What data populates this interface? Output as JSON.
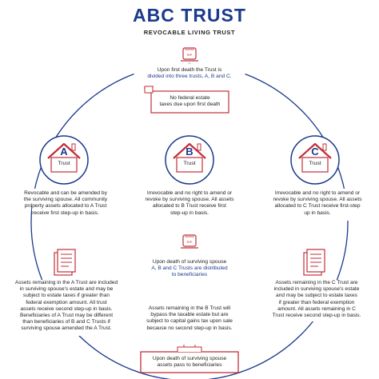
{
  "header": {
    "title": "ABC TRUST",
    "subtitle": "REVOCABLE LIVING TRUST"
  },
  "top": {
    "line1": "Upon first death the Trust is",
    "line2": "divided into three trusts, A, B and C.",
    "estate_note_line1": "No federal estate",
    "estate_note_line2": "taxes due upon first death"
  },
  "trusts": [
    {
      "letter": "A",
      "label": "Trust",
      "description": [
        "Revocable and can be amended by",
        "the surviving spouse. All community",
        "property assets allocated to A Trust",
        "receive first step-up in basis."
      ],
      "after_second_death": [
        "Assets remaining in the A Trust are included",
        "in surviving spouse's estate and may be",
        "subject to estate taxes if greater than",
        "federal exemption amount. All trust",
        "assets receive second step-up in basis.",
        "Beneficiaries of A Trust may be different",
        "than beneficiaries of B and C Trusts if",
        "surviving spouse amended the A Trust."
      ]
    },
    {
      "letter": "B",
      "label": "Trust",
      "description": [
        "Irrevocable and no right to amend or",
        "revoke by surviving spouse. All assets",
        "allocated to B Trust receive first",
        "step-up in basis."
      ],
      "after_second_death": [
        "Assets remaining in the B Trust will",
        "bypass the taxable estate but are",
        "subject to capital gains tax upon sale",
        "because no second step-up in basis."
      ]
    },
    {
      "letter": "C",
      "label": "Trust",
      "description": [
        "Irrevocable and no right to amend or",
        "revoke by surviving spouse. All assets",
        "allocated to C Trust receive first-step",
        "up in basis."
      ],
      "after_second_death": [
        "Assets remaining in the C Trust are",
        "included in surviving spouse's estate",
        "and may be subject to estate taxes",
        "if greater than federal exemption",
        "amount. All assets remaining in C",
        "Trust receive second step-up in basis."
      ]
    }
  ],
  "middle": {
    "line1": "Upon death of surviving spouse",
    "line2": "A, B and C Trusts are distributed",
    "line3": "to beneficiaries"
  },
  "bottom": {
    "line1": "Upon death of surviving spouse",
    "line2": "assets pass to beneficiaries"
  },
  "tombstone_text": "RIP",
  "colors": {
    "navy": "#1b3a8c",
    "red": "#c0303a"
  }
}
